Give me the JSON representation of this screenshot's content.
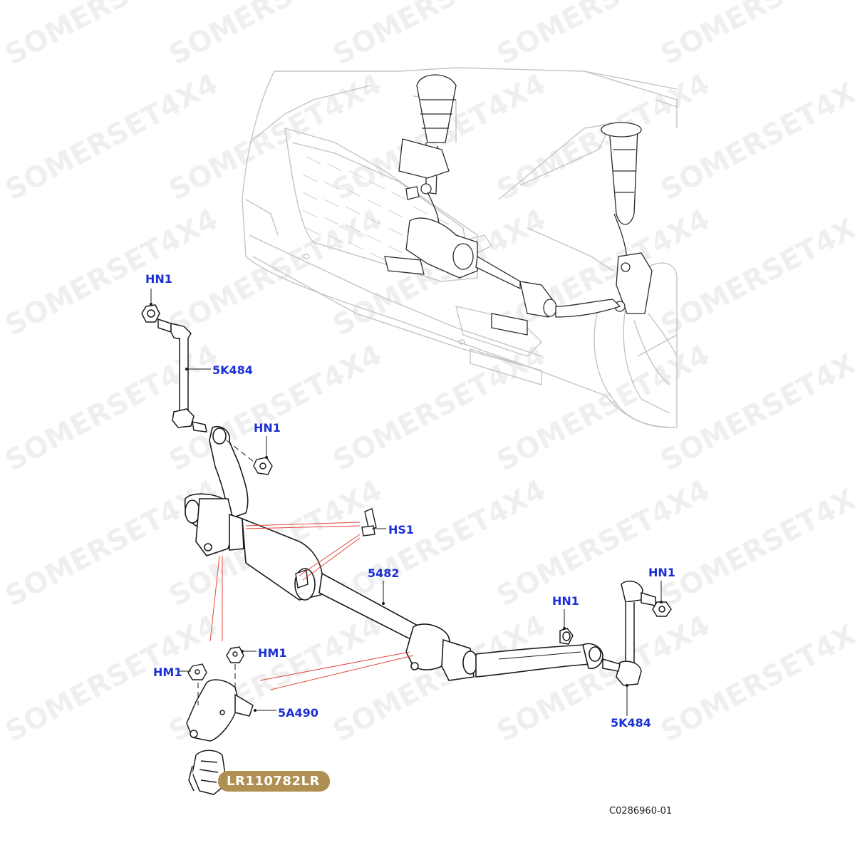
{
  "watermark": "SOMERSET4X4",
  "callouts": {
    "hn1_top_left": "HN1",
    "link_left": "5K484",
    "hn1_mid": "HN1",
    "hs1": "HS1",
    "bar": "5482",
    "hn1_right_upper": "HN1",
    "hn1_right": "HN1",
    "hm1_right": "HM1",
    "hm1_left": "HM1",
    "bracket": "5A490",
    "link_right": "5K484"
  },
  "part_badge": "LR110782LR",
  "diagram_code": "C0286960-01",
  "colors": {
    "callout": "#1a2fd6",
    "badge": "#b08f52",
    "leader_red": "#e8453c",
    "line_gray": "#c4c4c4"
  }
}
